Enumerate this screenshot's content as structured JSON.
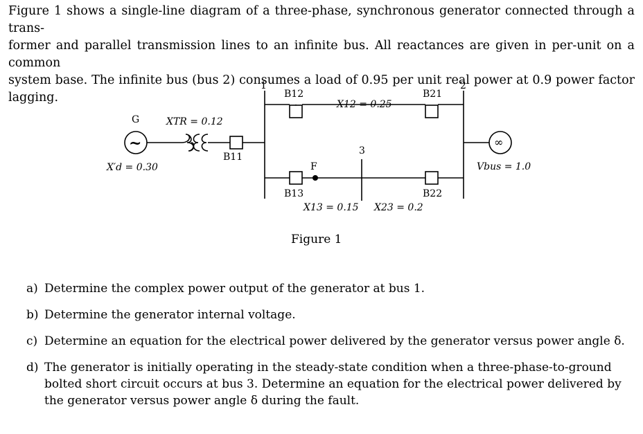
{
  "intro": [
    "Figure 1 shows a single-line diagram of a three-phase, synchronous generator connected through a trans-",
    "former and parallel transmission lines to an infinite bus. All reactances are given in per-unit on a common",
    "system base. The infinite bus (bus 2) consumes a load of 0.95 per unit real power at 0.9 power factor lagging."
  ],
  "diagram": {
    "generator_label": "G",
    "generator_symbol": "~",
    "generator_reactance": "X′d = 0.30",
    "transformer_reactance": "XTR = 0.12",
    "breakers": {
      "b11": "B11",
      "b12": "B12",
      "b13": "B13",
      "b21": "B21",
      "b22": "B22"
    },
    "buses": {
      "bus1": "1",
      "bus2": "2",
      "bus3": "3"
    },
    "line_x12": "X12 = 0.25",
    "line_x13": "X13 = 0.15",
    "line_x23": "X23 = 0.2",
    "fault_label": "F",
    "infinite_bus_symbol": "∞",
    "infinite_bus_voltage": "Vbus = 1.0"
  },
  "caption": "Figure 1",
  "questions": [
    {
      "marker": "a)",
      "text": "Determine the complex power output of the generator at bus 1."
    },
    {
      "marker": "b)",
      "text": "Determine the generator internal voltage."
    },
    {
      "marker": "c)",
      "text": "Determine an equation for the electrical power delivered by the generator versus power angle δ."
    },
    {
      "marker": "d)",
      "text": "The generator is initially operating in the steady-state condition when a three-phase-to-ground bolted short circuit occurs at bus 3. Determine an equation for the electrical power delivered by the generator versus power angle δ during the fault."
    }
  ]
}
